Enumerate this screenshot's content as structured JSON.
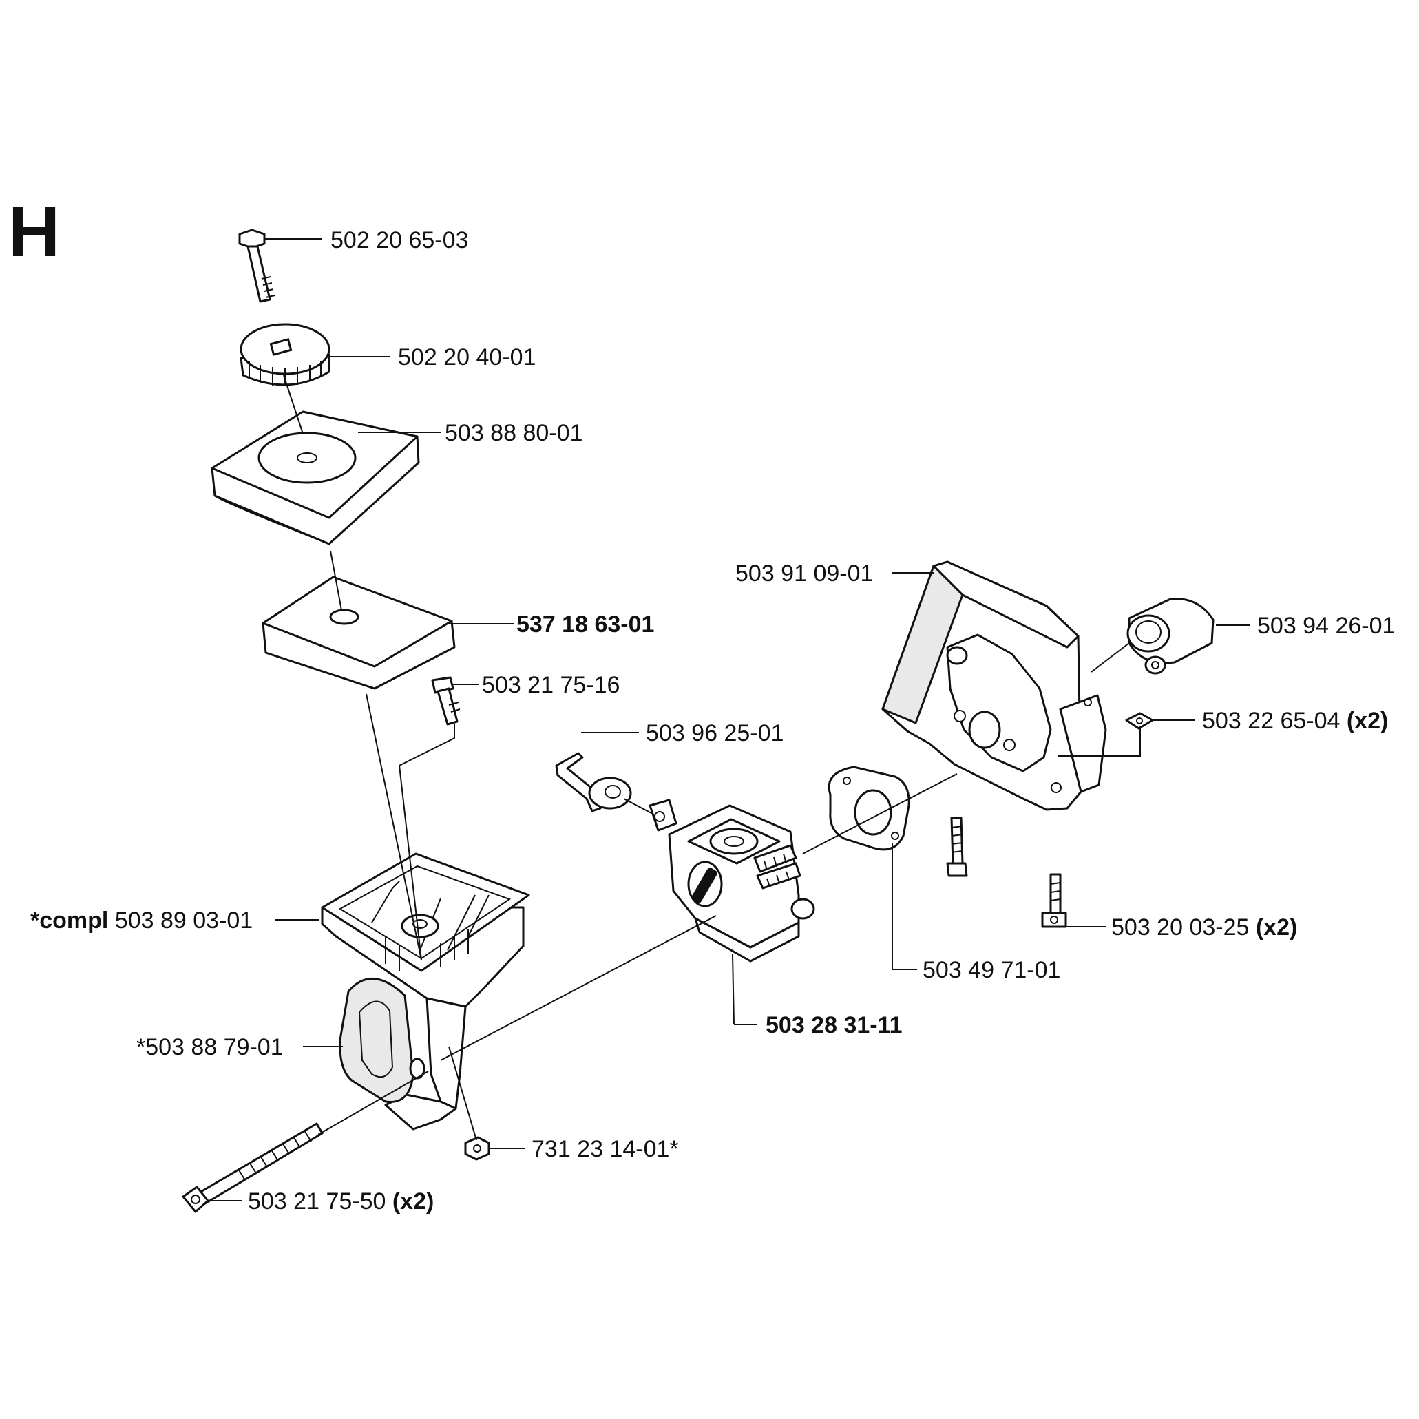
{
  "section_letter": "H",
  "callouts": {
    "bolt_top": {
      "number": "502 20 65-03"
    },
    "knob": {
      "number": "502 20 40-01"
    },
    "filter_cover": {
      "number": "503 88 80-01"
    },
    "air_filter": {
      "number": "537 18 63-01"
    },
    "small_screw": {
      "number": "503 21 75-16"
    },
    "choke_lever": {
      "number": "503 96 25-01"
    },
    "filter_housing": {
      "prefix": "*compl",
      "number": "503 89 03-01"
    },
    "trigger_pad": {
      "number": "*503 88 79-01"
    },
    "nut": {
      "number": "731 23 14-01*"
    },
    "long_bolt": {
      "number": "503 21 75-50",
      "qty": "(x2)"
    },
    "carburetor": {
      "number": "503 28 31-11"
    },
    "gasket": {
      "number": "503 49 71-01"
    },
    "carb_holder": {
      "number": "503 91 09-01"
    },
    "throttle_sleeve": {
      "number": "503 94 26-01"
    },
    "square_nut": {
      "number": "503 22 65-04",
      "qty": "(x2)"
    },
    "holder_screw": {
      "number": "503 20 03-25",
      "qty": "(x2)"
    }
  }
}
